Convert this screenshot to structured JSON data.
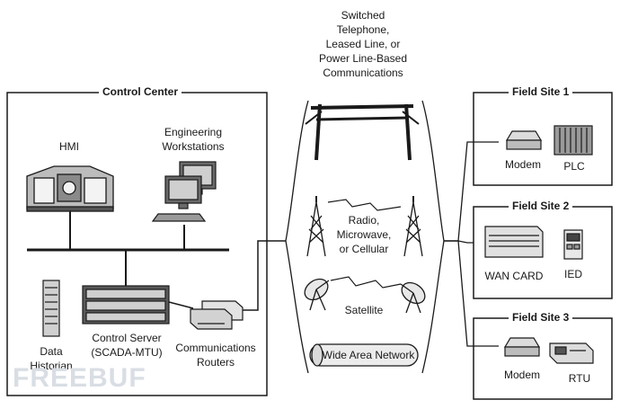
{
  "control_center": {
    "title": "Control Center",
    "hmi": "HMI",
    "workstations": [
      "Engineering",
      "Workstations"
    ],
    "data_historian": [
      "Data",
      "Historian"
    ],
    "control_server": [
      "Control Server",
      "(SCADA-MTU)"
    ],
    "routers": [
      "Communications",
      "Routers"
    ]
  },
  "network": {
    "switched": [
      "Switched",
      "Telephone,",
      "Leased Line, or",
      "Power Line-Based",
      "Communications"
    ],
    "radio": [
      "Radio,",
      "Microwave,",
      "or Cellular"
    ],
    "satellite": "Satellite",
    "wan": "Wide Area Network"
  },
  "field_sites": [
    {
      "title": "Field Site 1",
      "left_device": "Modem",
      "right_device": "PLC"
    },
    {
      "title": "Field Site 2",
      "left_device": "WAN CARD",
      "right_device": "IED"
    },
    {
      "title": "Field Site 3",
      "left_device": "Modem",
      "right_device": "RTU"
    }
  ],
  "watermark": "FREEBUF",
  "colors": {
    "line": "#1a1a1a",
    "device_fill": "#d6d6d6",
    "device_dark": "#555555"
  }
}
